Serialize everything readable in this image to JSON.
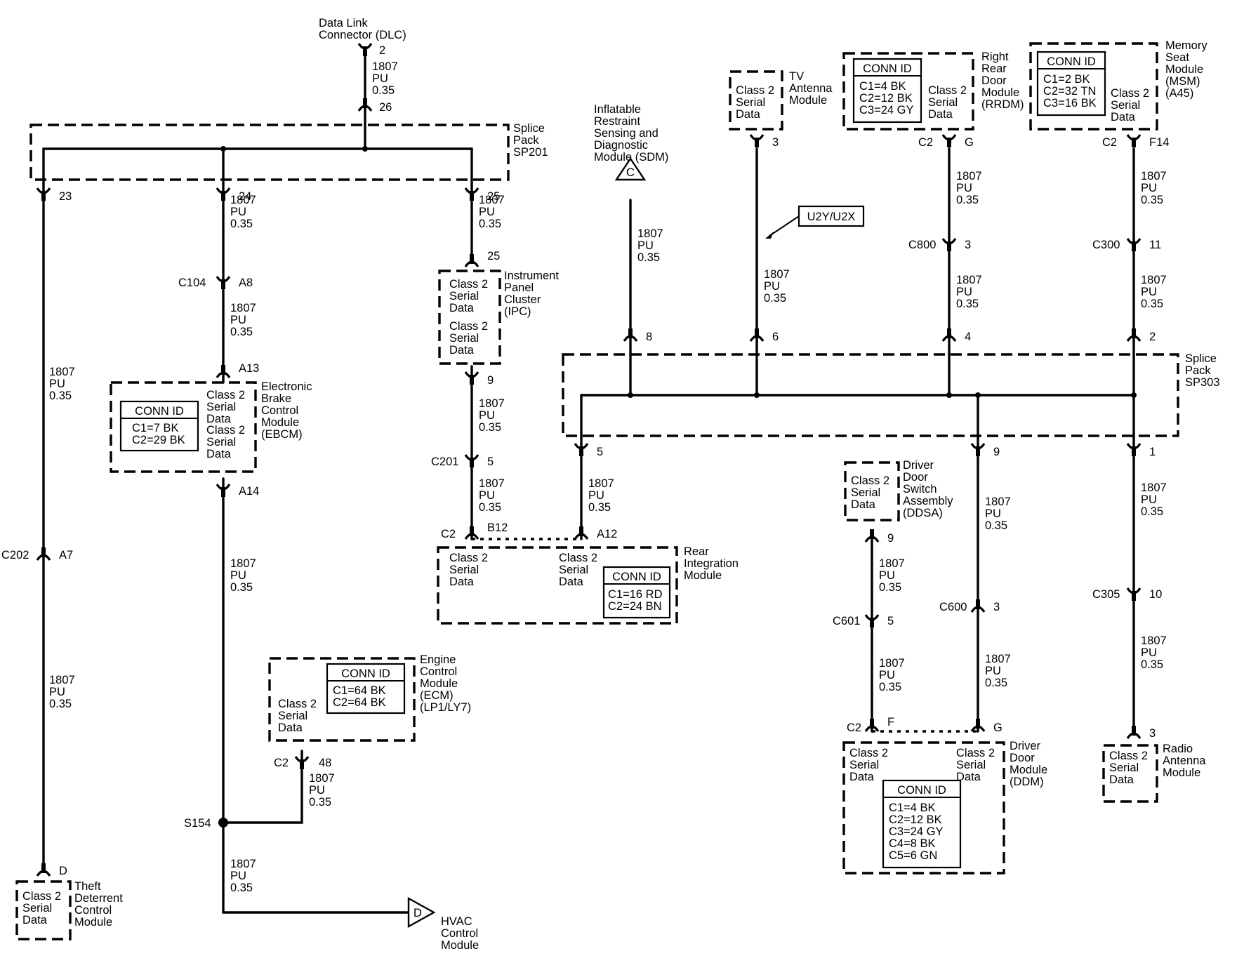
{
  "wire": [
    "1807",
    "PU",
    "0.35"
  ],
  "modules": {
    "dlc": [
      "Data Link",
      "Connector (DLC)"
    ],
    "sp201": [
      "Splice",
      "Pack",
      "SP201"
    ],
    "sp303": [
      "Splice",
      "Pack",
      "SP303"
    ],
    "sdm": [
      "Inflatable",
      "Restraint",
      "Sensing and",
      "Diagnostic",
      "Module (SDM)"
    ],
    "tv": [
      "TV",
      "Antenna",
      "Module"
    ],
    "rrdm": [
      "Right",
      "Rear",
      "Door",
      "Module",
      "(RRDM)"
    ],
    "msm": [
      "Memory",
      "Seat",
      "Module",
      "(MSM)",
      "(A45)"
    ],
    "ipc": [
      "Instrument",
      "Panel",
      "Cluster",
      "(IPC)"
    ],
    "ebcm": [
      "Electronic",
      "Brake",
      "Control",
      "Module",
      "(EBCM)"
    ],
    "rim": [
      "Rear",
      "Integration",
      "Module"
    ],
    "ecm": [
      "Engine",
      "Control",
      "Module",
      "(ECM)",
      "(LP1/LY7)"
    ],
    "ddsa": [
      "Driver",
      "Door",
      "Switch",
      "Assembly",
      "(DDSA)"
    ],
    "ddm": [
      "Driver",
      "Door",
      "Module",
      "(DDM)"
    ],
    "radio": [
      "Radio",
      "Antenna",
      "Module"
    ],
    "theft": [
      "Theft",
      "Deterrent",
      "Control",
      "Module"
    ],
    "hvac": [
      "HVAC",
      "Control",
      "Module"
    ]
  },
  "serial_data": [
    "Class 2",
    "Serial",
    "Data"
  ],
  "conn_id_title": "CONN ID",
  "conn_ids": {
    "rrdm": [
      "C1=4 BK",
      "C2=12 BK",
      "C3=24 GY"
    ],
    "msm": [
      "C1=2 BK",
      "C2=32 TN",
      "C3=16 BK"
    ],
    "ebcm": [
      "C1=7 BK",
      "C2=29 BK"
    ],
    "rim": [
      "C1=16 RD",
      "C2=24 BN"
    ],
    "ecm": [
      "C1=64 BK",
      "C2=64 BK"
    ],
    "ddm": [
      "C1=4 BK",
      "C2=12 BK",
      "C3=24 GY",
      "C4=8 BK",
      "C5=6 GN"
    ]
  },
  "option_tag": "U2Y/U2X",
  "offpage": {
    "sdm": "C",
    "hvac": "D"
  },
  "pins": {
    "dlc_top": "2",
    "dlc_bot": "26",
    "sp201_23": "23",
    "sp201_24": "24",
    "sp201_25": "25",
    "c104": "C104",
    "a8": "A8",
    "a13": "A13",
    "a14": "A14",
    "ipc_25": "25",
    "ipc_9": "9",
    "c201": "C201",
    "c201_5": "5",
    "rim_c2": "C2",
    "b12": "B12",
    "a12": "A12",
    "c202": "C202",
    "a7": "A7",
    "d": "D",
    "ecm_c2": "C2",
    "ecm_48": "48",
    "s154": "S154",
    "sp303_8": "8",
    "sp303_6": "6",
    "sp303_4": "4",
    "sp303_2": "2",
    "sp303_5": "5",
    "sp303_9": "9",
    "sp303_1": "1",
    "tv_3": "3",
    "rrdm_c2": "C2",
    "rrdm_g": "G",
    "c800": "C800",
    "c800_3": "3",
    "msm_c2": "C2",
    "msm_f14": "F14",
    "c300": "C300",
    "c300_11": "11",
    "ddsa_9": "9",
    "c601": "C601",
    "c601_5": "5",
    "c600": "C600",
    "c600_3": "3",
    "ddm_c2": "C2",
    "ddm_f": "F",
    "ddm_g": "G",
    "c305": "C305",
    "c305_10": "10",
    "radio_3": "3"
  }
}
